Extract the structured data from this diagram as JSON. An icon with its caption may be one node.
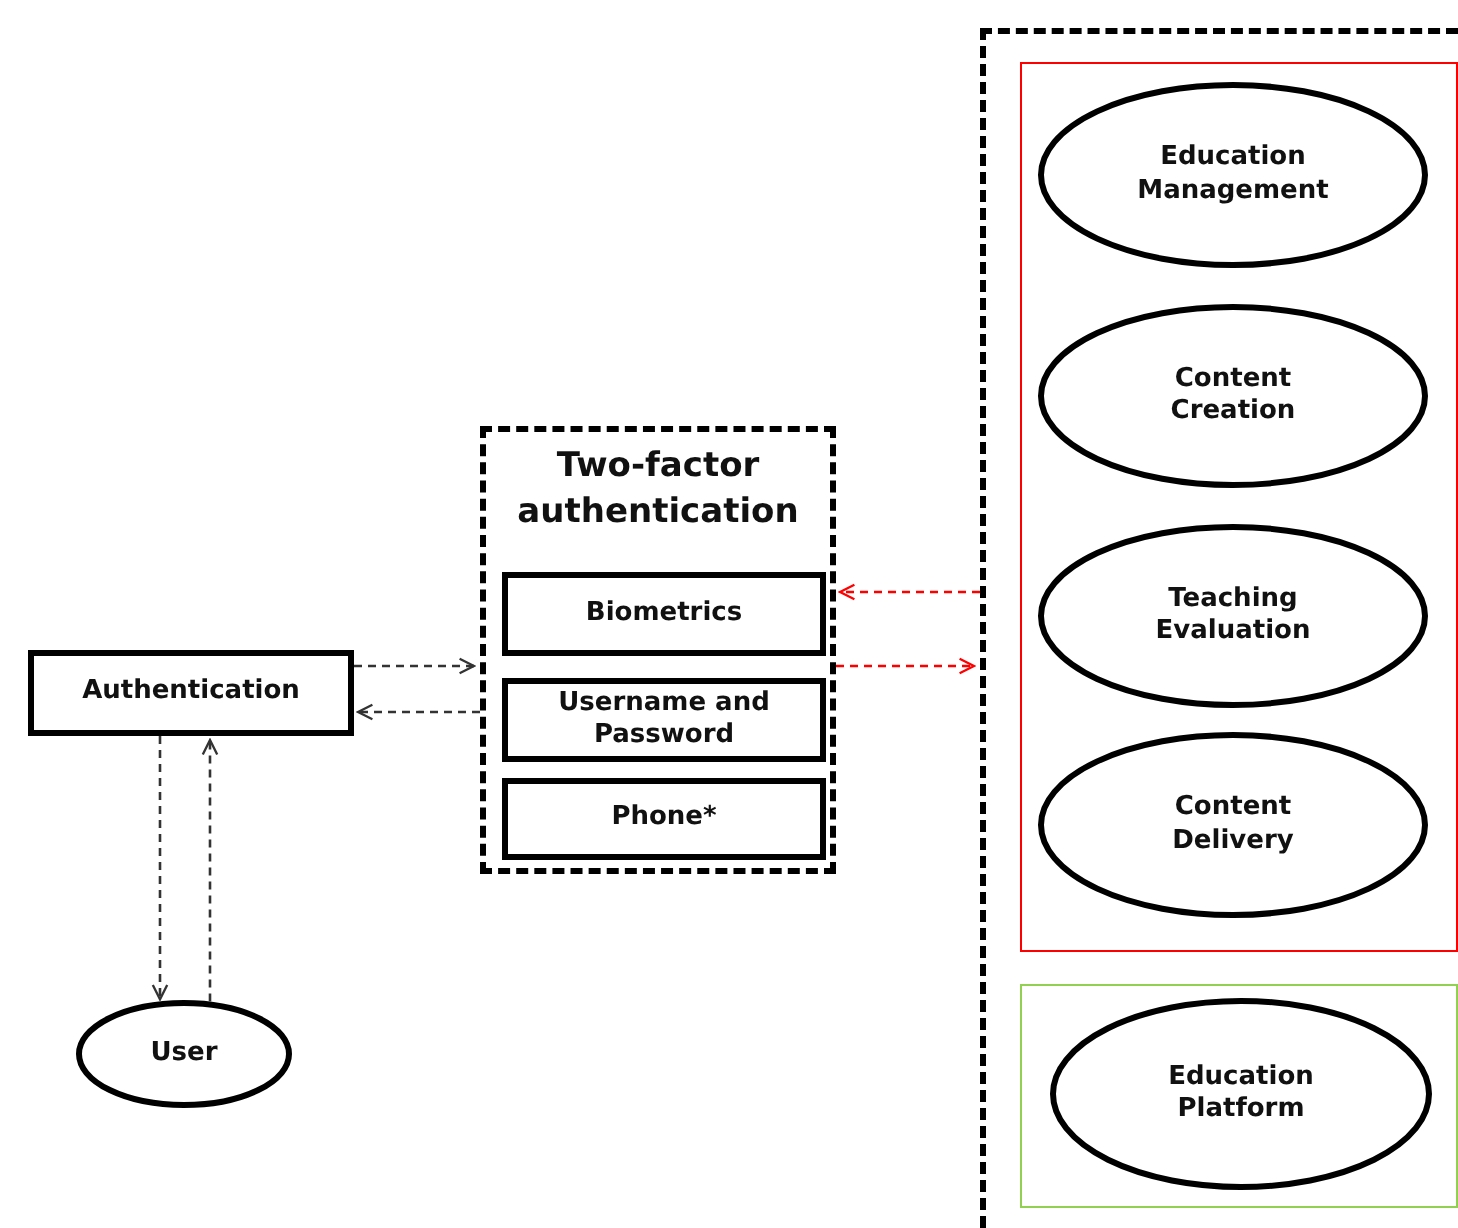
{
  "diagram": {
    "nodes": [
      {
        "text": [
          "Authentication"
        ]
      },
      {
        "text": [
          "User"
        ]
      },
      {
        "text": [
          "Two-factor authentication"
        ]
      },
      {
        "text": [
          "Biometrics"
        ],
        "in": 2
      },
      {
        "text": [
          "Username and Password"
        ],
        "in": 2
      },
      {
        "text": [
          "Phone*"
        ],
        "in": 2
      },
      {
        "text": [],
        "shape": "box"
      },
      {
        "text": [],
        "shape": "box",
        "in": 6
      },
      {
        "text": [
          "Education Management"
        ],
        "in": 7
      },
      {
        "text": [
          "Content Creation"
        ],
        "in": 7
      },
      {
        "text": [
          "Teaching Evaluation"
        ],
        "in": 7
      },
      {
        "text": [
          "Content Delivery"
        ],
        "in": 7
      },
      {
        "text": [],
        "shape": "box",
        "in": 6
      },
      {
        "text": [
          "Education Platform"
        ],
        "in": 12
      }
    ],
    "edges": [
      {
        "from": 0,
        "to": 2,
        "arrow": "to",
        "style": "dashed"
      },
      {
        "from": 2,
        "to": 0,
        "arrow": "to",
        "style": "dashed"
      },
      {
        "from": 0,
        "to": 1,
        "arrow": "to",
        "style": "dashed"
      },
      {
        "from": 1,
        "to": 0,
        "arrow": "to",
        "style": "dashed"
      },
      {
        "from": 6,
        "to": 2,
        "arrow": "to",
        "style": "dashed",
        "color": "#ff0000"
      },
      {
        "from": 2,
        "to": 6,
        "arrow": "to",
        "style": "dashed",
        "color": "#ff0000"
      }
    ]
  }
}
